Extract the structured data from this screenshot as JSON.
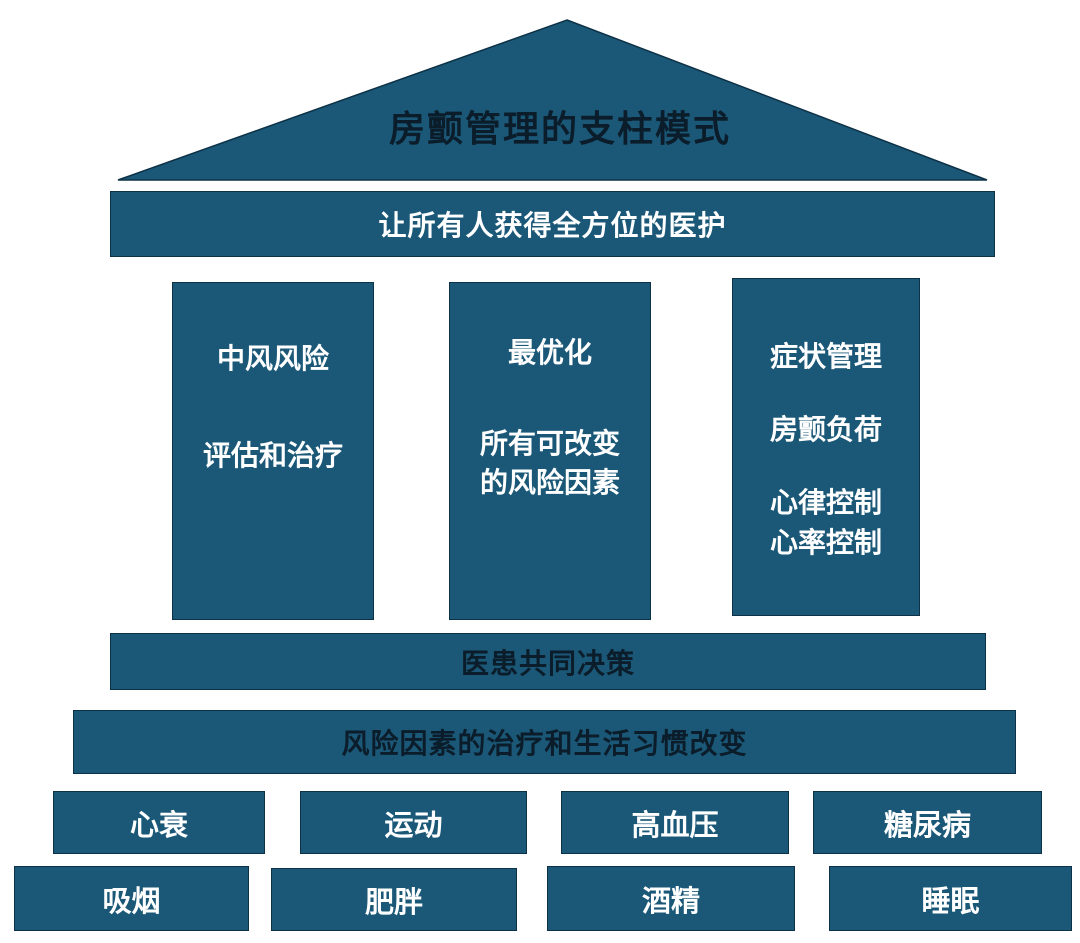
{
  "roof": {
    "title": "房颤管理的支柱模式"
  },
  "top_beam": {
    "label": "让所有人获得全方位的医护"
  },
  "pillars": [
    {
      "lines": [
        "中风风险",
        "评估和治疗"
      ]
    },
    {
      "lines": [
        "最优化",
        "所有可改变",
        "的风险因素"
      ]
    },
    {
      "lines": [
        "症状管理",
        "房颤负荷",
        "心律控制",
        "心率控制"
      ]
    }
  ],
  "base_1": {
    "label": "医患共同决策"
  },
  "base_2": {
    "label": "风险因素的治疗和生活习惯改变"
  },
  "foundation_row_1": [
    "心衰",
    "运动",
    "高血压",
    "糖尿病"
  ],
  "foundation_row_2": [
    "吸烟",
    "肥胖",
    "酒精",
    "睡眠"
  ],
  "colors": {
    "fill": "#1b5878",
    "border": "#0d3247",
    "dark_text": "#0b1d2a",
    "light_text": "#ffffff"
  }
}
